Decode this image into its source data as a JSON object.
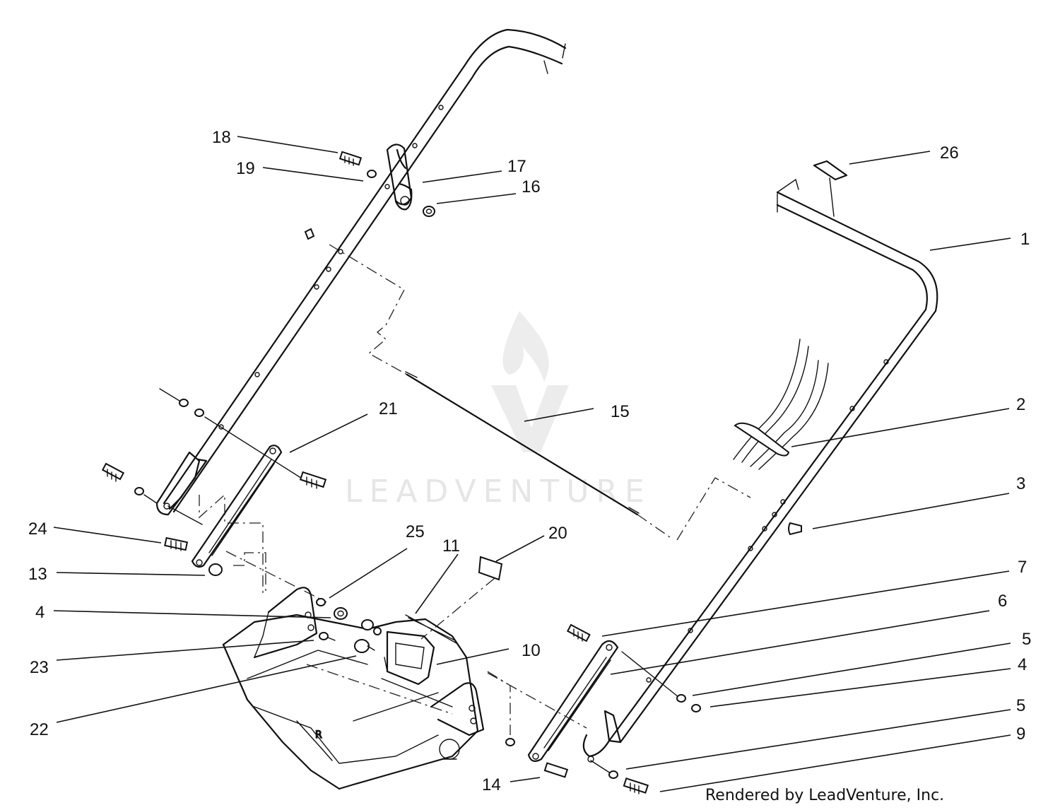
{
  "callouts": [
    {
      "id": "c1",
      "label": "1"
    },
    {
      "id": "c2",
      "label": "2"
    },
    {
      "id": "c3",
      "label": "3"
    },
    {
      "id": "c4a",
      "label": "4"
    },
    {
      "id": "c4b",
      "label": "4"
    },
    {
      "id": "c5a",
      "label": "5"
    },
    {
      "id": "c5b",
      "label": "5"
    },
    {
      "id": "c6",
      "label": "6"
    },
    {
      "id": "c7",
      "label": "7"
    },
    {
      "id": "c9",
      "label": "9"
    },
    {
      "id": "c10",
      "label": "10"
    },
    {
      "id": "c11",
      "label": "11"
    },
    {
      "id": "c13",
      "label": "13"
    },
    {
      "id": "c14",
      "label": "14"
    },
    {
      "id": "c15",
      "label": "15"
    },
    {
      "id": "c16",
      "label": "16"
    },
    {
      "id": "c17",
      "label": "17"
    },
    {
      "id": "c18",
      "label": "18"
    },
    {
      "id": "c19",
      "label": "19"
    },
    {
      "id": "c20",
      "label": "20"
    },
    {
      "id": "c21",
      "label": "21"
    },
    {
      "id": "c22",
      "label": "22"
    },
    {
      "id": "c23",
      "label": "23"
    },
    {
      "id": "c24",
      "label": "24"
    },
    {
      "id": "c25",
      "label": "25"
    },
    {
      "id": "c26",
      "label": "26"
    }
  ],
  "watermark": {
    "text": "LEADVENTURE",
    "logo_icon": "leadventure-flame-icon"
  },
  "credit": "Rendered by LeadVenture, Inc."
}
